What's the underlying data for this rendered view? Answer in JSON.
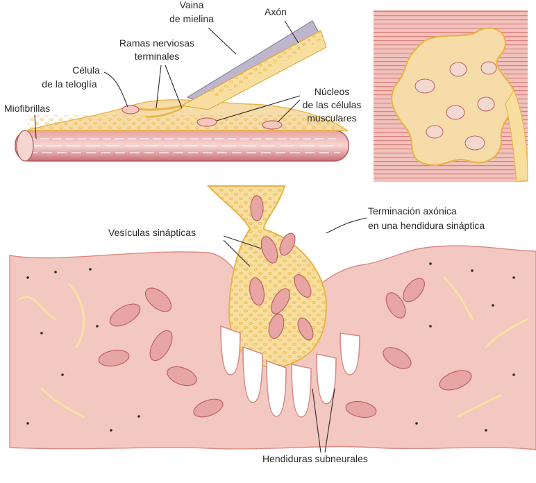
{
  "figure": {
    "labels": {
      "vaina": [
        "Vaina",
        "de mielina"
      ],
      "axon": "Axón",
      "ramas": [
        "Ramas nerviosas",
        "terminales"
      ],
      "celula_teloglia": [
        "Célula",
        "de la teloglía"
      ],
      "miofibrillas": "Miofibrillas",
      "nucleos": [
        "Núcleos",
        "de las células",
        "musculares"
      ],
      "vesiculas": "Vesículas sinápticas",
      "terminacion": [
        "Terminación axónica",
        "en una hendidura sináptica"
      ],
      "hendiduras": "Hendiduras subneurales"
    },
    "colors": {
      "muscle": "#f3c8c0",
      "muscle_dark": "#d98a86",
      "axon": "#f8dfa0",
      "axon_dark": "#e9b447",
      "myelin": "#b9b2c9",
      "mito": "#e7a5a4",
      "mito_inner": "#c05f66"
    }
  }
}
